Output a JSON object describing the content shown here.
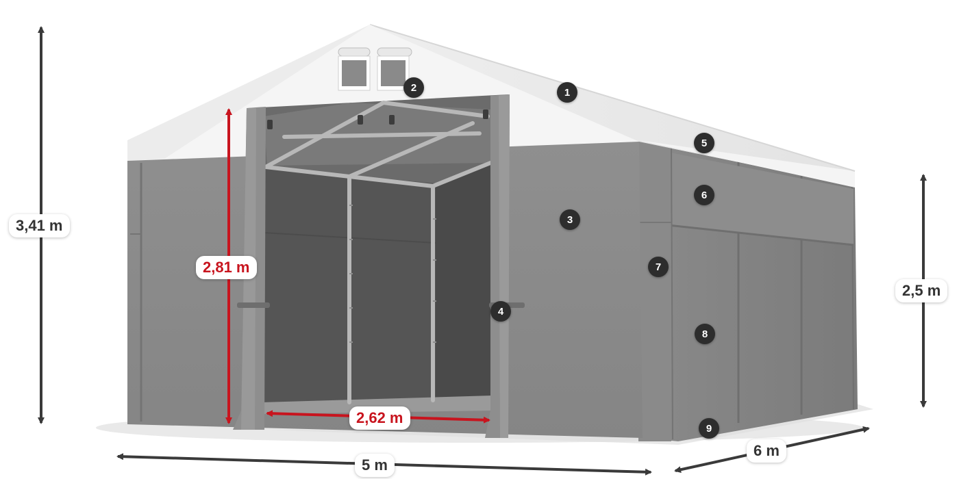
{
  "dimensions": {
    "height_total": "3,41 m",
    "door_height": "2,81 m",
    "door_width": "2,62 m",
    "side_height": "2,5 m",
    "depth": "6 m",
    "width": "5 m"
  },
  "markers": [
    "1",
    "2",
    "3",
    "4",
    "5",
    "6",
    "7",
    "8",
    "9"
  ],
  "colors": {
    "roof": "#f2f2f2",
    "wall": "#8c8c8c",
    "interior": "#5a5a5a",
    "arrow_dark": "#3a3a3a",
    "arrow_red": "#c8141e",
    "marker_fill": "#2d2d2d"
  }
}
